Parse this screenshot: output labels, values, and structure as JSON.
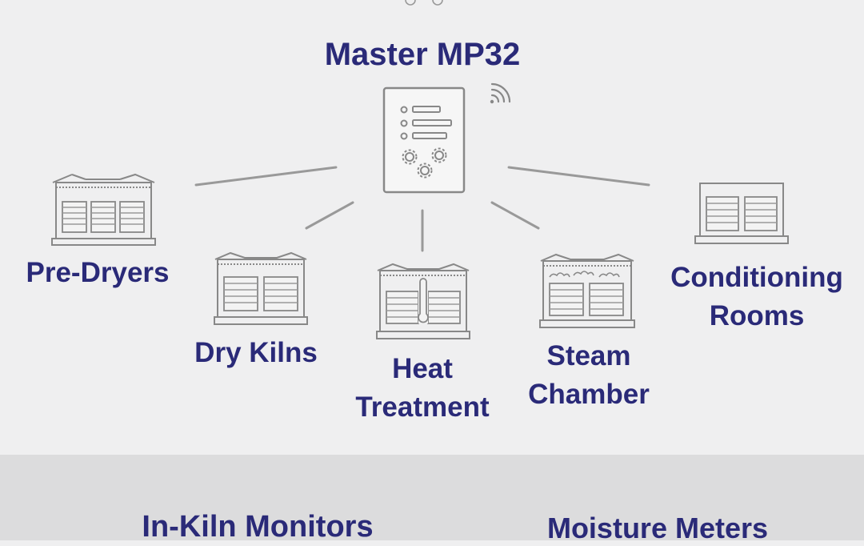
{
  "master": {
    "title": "Master MP32"
  },
  "nodes": {
    "pre_dryers": "Pre-Dryers",
    "dry_kilns": "Dry Kilns",
    "heat_treatment_1": "Heat",
    "heat_treatment_2": "Treatment",
    "steam_chamber_1": "Steam",
    "steam_chamber_2": "Chamber",
    "conditioning_rooms_1": "Conditioning",
    "conditioning_rooms_2": "Rooms"
  },
  "bottom": {
    "in_kiln": "In-Kiln Monitors",
    "moisture": "Moisture Meters"
  },
  "colors": {
    "text": "#2a2a78",
    "lines": "#999999",
    "icon": "#888888",
    "band": "#dcdcdd"
  }
}
